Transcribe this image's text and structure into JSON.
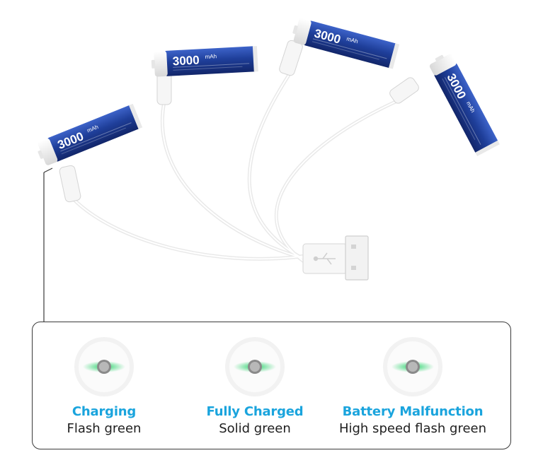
{
  "battery_label": {
    "capacity": "3000",
    "unit": "mAh"
  },
  "indicators": [
    {
      "title": "Charging",
      "description": "Flash green"
    },
    {
      "title": "Fully Charged",
      "description": "Solid green"
    },
    {
      "title": "Battery Malfunction",
      "description": "High speed flash green"
    }
  ],
  "colors": {
    "battery_blue": "#1f3f9a",
    "title_blue": "#1aa4dd",
    "led_green": "#27d36a",
    "cable_white": "#f4f4f4"
  }
}
